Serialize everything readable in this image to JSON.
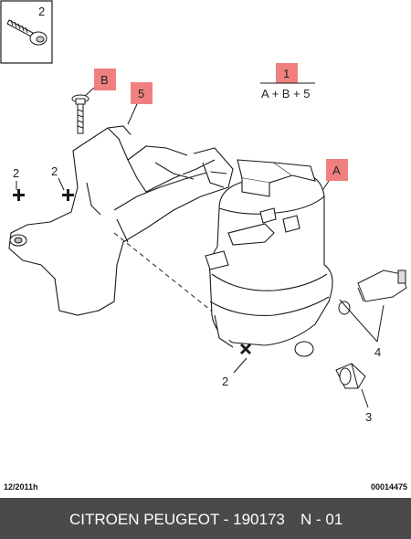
{
  "diagram": {
    "part_labels": {
      "tag_b": "B",
      "tag_5": "5",
      "tag_1": "1",
      "tag_a": "A",
      "formula": "A + B + 5",
      "screw_top": "2",
      "left_2a": "2",
      "left_2b": "2",
      "bottom_2": "2",
      "label_3": "3",
      "label_4": "4"
    },
    "colors": {
      "tag_fill": "#f08080",
      "line": "#1a1a1a",
      "footer_bg": "#4a4a4a"
    }
  },
  "footer": {
    "date": "12/2011h",
    "doc_number": "00014475",
    "brand_part": "CITROEN PEUGEOT - 190173",
    "page": "N - 01"
  }
}
